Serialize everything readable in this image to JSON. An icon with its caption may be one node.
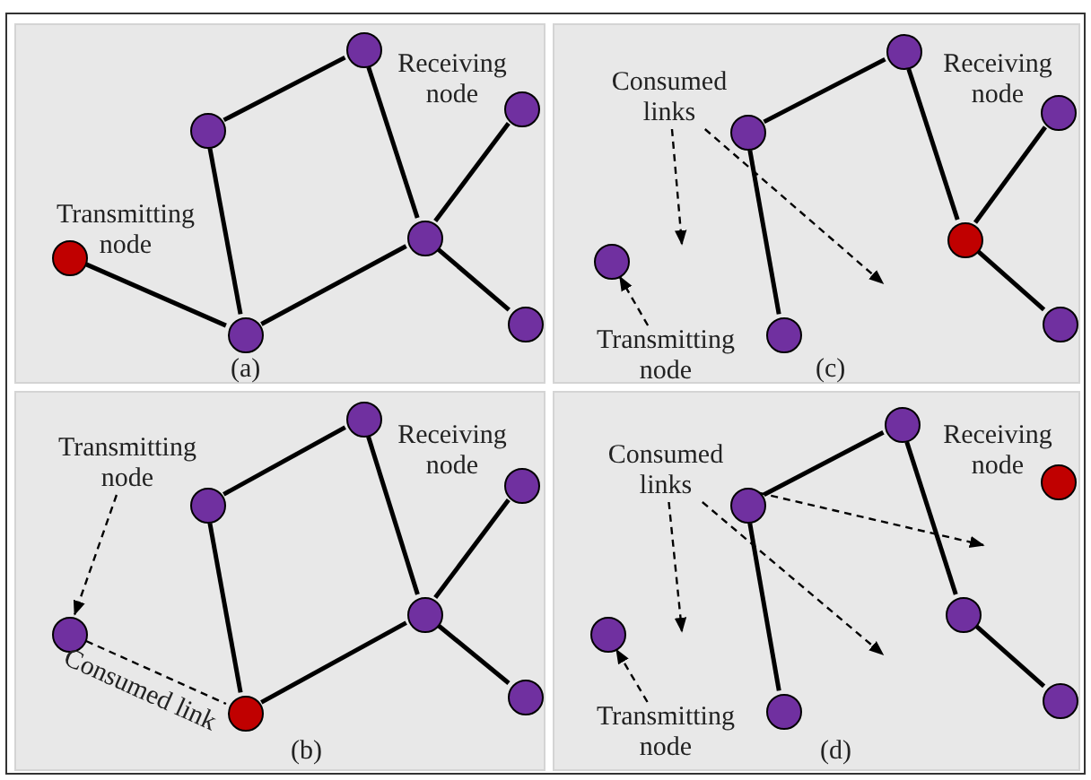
{
  "diagram": {
    "nodes": [
      {
        "text": [
          "(a)"
        ]
      },
      {
        "text": [],
        "shape": "circle",
        "in": 0
      },
      {
        "text": [],
        "shape": "circle",
        "in": 0
      },
      {
        "text": [],
        "shape": "circle",
        "in": 0
      },
      {
        "text": [],
        "shape": "circle",
        "in": 0
      },
      {
        "text": [],
        "shape": "circle",
        "in": 0
      },
      {
        "text": [],
        "shape": "circle",
        "in": 0
      },
      {
        "text": [],
        "shape": "circle",
        "in": 0
      },
      {
        "text": [
          "(c)"
        ]
      },
      {
        "text": [
          "Consumed links"
        ],
        "in": 8
      },
      {
        "text": [
          "Transmitting node"
        ],
        "in": 8
      },
      {
        "text": [],
        "shape": "circle",
        "in": 8
      },
      {
        "text": [],
        "shape": "circle",
        "in": 8
      },
      {
        "text": [],
        "shape": "circle",
        "in": 8
      },
      {
        "text": [],
        "shape": "circle",
        "in": 8
      },
      {
        "text": [],
        "shape": "circle",
        "in": 8
      },
      {
        "text": [],
        "shape": "circle",
        "in": 8
      },
      {
        "text": [],
        "shape": "circle",
        "in": 8
      },
      {
        "text": [
          "(b)"
        ]
      },
      {
        "text": [
          "Transmitting node"
        ],
        "in": 18
      },
      {
        "text": [],
        "shape": "circle",
        "in": 18
      },
      {
        "text": [],
        "shape": "circle",
        "in": 18
      },
      {
        "text": [],
        "shape": "circle",
        "in": 18
      },
      {
        "text": [],
        "shape": "circle",
        "in": 18
      },
      {
        "text": [],
        "shape": "circle",
        "in": 18
      },
      {
        "text": [],
        "shape": "circle",
        "in": 18
      },
      {
        "text": [],
        "shape": "circle",
        "in": 18
      },
      {
        "text": [
          "(d)"
        ]
      },
      {
        "text": [
          "Consumed links"
        ],
        "in": 27
      },
      {
        "text": [
          "Transmitting node"
        ],
        "in": 27
      },
      {
        "text": [],
        "shape": "circle",
        "in": 27
      },
      {
        "text": [],
        "shape": "circle",
        "in": 27
      },
      {
        "text": [],
        "shape": "circle",
        "in": 27
      },
      {
        "text": [],
        "shape": "circle",
        "in": 27
      },
      {
        "text": [],
        "shape": "circle",
        "in": 27
      },
      {
        "text": [],
        "shape": "circle",
        "in": 27
      },
      {
        "text": [],
        "shape": "circle",
        "in": 27
      }
    ],
    "edges": [
      {
        "from": 1,
        "to": 2,
        "arrow": "none"
      },
      {
        "from": 2,
        "to": 3,
        "arrow": "none"
      },
      {
        "from": 3,
        "to": 4,
        "arrow": "none"
      },
      {
        "from": 4,
        "to": 5,
        "arrow": "none"
      },
      {
        "from": 2,
        "to": 5,
        "arrow": "none"
      },
      {
        "from": 5,
        "to": 6,
        "arrow": "none"
      },
      {
        "from": 5,
        "to": 7,
        "arrow": "none"
      },
      {
        "from": 9,
        "to": null,
        "arrow": "to",
        "style": "dashed"
      },
      {
        "from": 9,
        "to": null,
        "arrow": "to",
        "style": "dashed"
      },
      {
        "from": 10,
        "to": 11,
        "arrow": "to",
        "style": "dashed"
      },
      {
        "from": 12,
        "to": 13,
        "arrow": "none"
      },
      {
        "from": 12,
        "to": 17,
        "arrow": "none"
      },
      {
        "from": 13,
        "to": 14,
        "arrow": "none"
      },
      {
        "from": 14,
        "to": 15,
        "arrow": "none"
      },
      {
        "from": 14,
        "to": 16,
        "arrow": "none"
      },
      {
        "from": 19,
        "to": 20,
        "arrow": "to",
        "style": "dashed"
      },
      {
        "from": 20,
        "to": 21,
        "arrow": "none",
        "style": "dashed",
        "label": "Consumed link"
      },
      {
        "from": 21,
        "to": 22,
        "arrow": "none"
      },
      {
        "from": 22,
        "to": 23,
        "arrow": "none"
      },
      {
        "from": 23,
        "to": 24,
        "arrow": "none"
      },
      {
        "from": 21,
        "to": 24,
        "arrow": "none"
      },
      {
        "from": 24,
        "to": 25,
        "arrow": "none"
      },
      {
        "from": 24,
        "to": 26,
        "arrow": "none"
      },
      {
        "from": 28,
        "to": null,
        "arrow": "to",
        "style": "dashed"
      },
      {
        "from": 28,
        "to": null,
        "arrow": "to",
        "style": "dashed"
      },
      {
        "from": 28,
        "to": null,
        "arrow": "to",
        "style": "dashed"
      },
      {
        "from": 29,
        "to": 30,
        "arrow": "to",
        "style": "dashed"
      },
      {
        "from": 31,
        "to": 32,
        "arrow": "none"
      },
      {
        "from": 31,
        "to": 36,
        "arrow": "none"
      },
      {
        "from": 32,
        "to": 33,
        "arrow": "none"
      },
      {
        "from": 33,
        "to": 35,
        "arrow": "none"
      }
    ],
    "labels": [
      "Receiving node",
      "Transmitting node",
      "Receiving node",
      "Receiving node",
      "Receiving node"
    ]
  }
}
